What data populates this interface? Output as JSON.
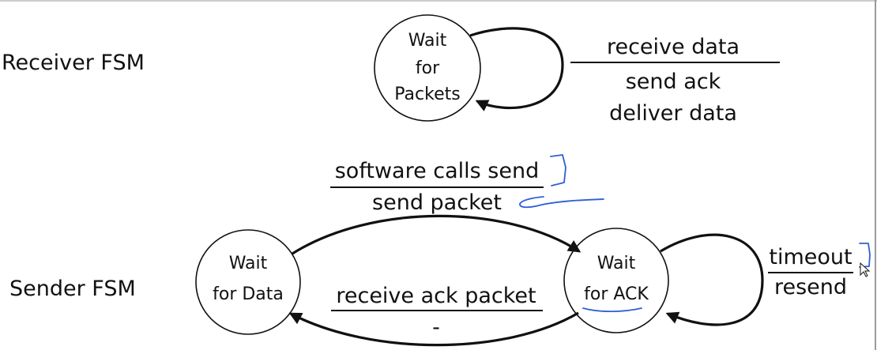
{
  "receiver": {
    "title": "Receiver FSM",
    "state": {
      "line1": "Wait",
      "line2": "for",
      "line3": "Packets"
    },
    "transition": {
      "event": "receive data",
      "action1": "send ack",
      "action2": "deliver data"
    }
  },
  "sender": {
    "title": "Sender FSM",
    "state_data": {
      "line1": "Wait",
      "line2": "for Data"
    },
    "state_ack": {
      "line1": "Wait",
      "line2": "for ACK"
    },
    "send_transition": {
      "event": "software calls send",
      "action": "send packet"
    },
    "ack_transition": {
      "event": "receive ack packet",
      "action": "-"
    },
    "timeout_transition": {
      "event": "timeout",
      "action": "resend"
    }
  },
  "colors": {
    "ink": "#111111",
    "annotation": "#2f5fd6",
    "background": "#ffffff"
  }
}
